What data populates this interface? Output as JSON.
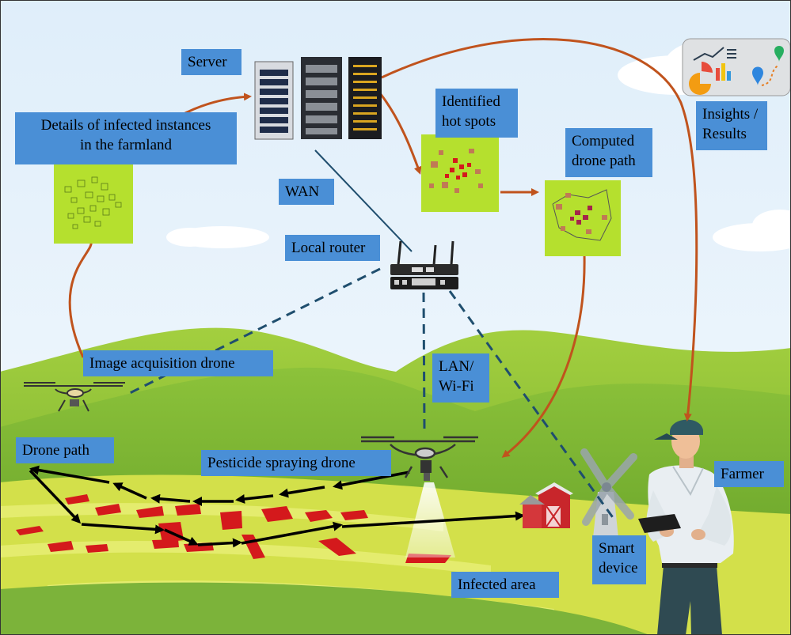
{
  "labels": {
    "server": "Server",
    "details": [
      "Details of infected instances",
      "in the farmland"
    ],
    "hotspots": [
      "Identified",
      "hot spots"
    ],
    "computed": [
      "Computed",
      "drone path"
    ],
    "insights": [
      "Insights /",
      "Results"
    ],
    "wan": "WAN",
    "router": "Local router",
    "acquisition": "Image acquisition drone",
    "lan": [
      "LAN/",
      "Wi-Fi"
    ],
    "drone_path": "Drone path",
    "spraying": "Pesticide spraying drone",
    "farmer": "Farmer",
    "smart_device": [
      "Smart",
      "device"
    ],
    "infected_area": "Infected area"
  },
  "icons": {
    "server": "server-rack-icon",
    "router": "router-icon",
    "insights": "analytics-dashboard-icon",
    "acquisition_drone": "drone-icon",
    "spraying_drone": "spraying-drone-icon",
    "farmer": "farmer-figure",
    "barn": "barn-icon",
    "windmill": "windmill-icon"
  },
  "colors": {
    "label_bg": "#4a8fd6",
    "sky": "#e8f2fb",
    "hills": "#7fb236",
    "field": "#d8e24a",
    "infected": "#d4191c",
    "arrow_orange": "#c0531d",
    "link_blue": "#1f4e6e"
  }
}
